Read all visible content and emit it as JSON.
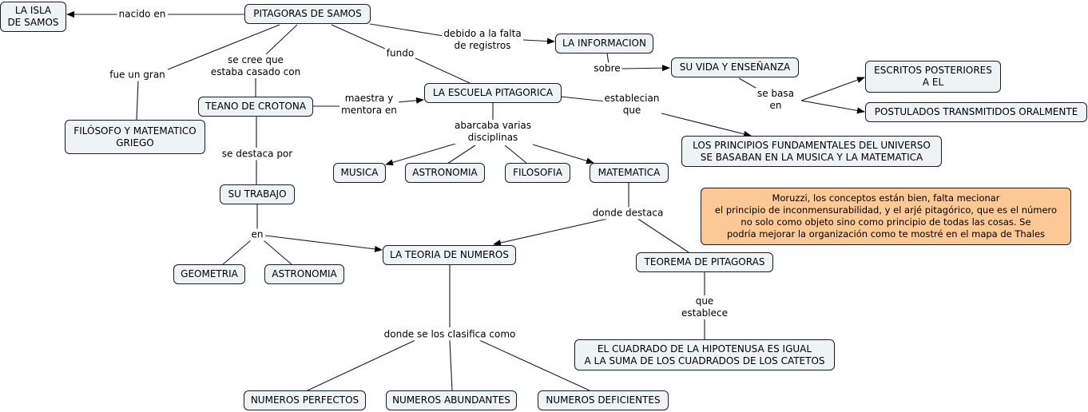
{
  "nodes": {
    "isla": "LA ISLA\nDE SAMOS",
    "pitagoras": "PITAGORAS DE SAMOS",
    "informacion": "LA INFORMACION",
    "vida": "SU VIDA Y ENSEÑANZA",
    "escritos": "ESCRITOS POSTERIORES\nA EL",
    "postulados": "POSTULADOS TRANSMITIDOS ORALMENTE",
    "teano": "TEANO DE CROTONA",
    "escuela": "LA ESCUELA PITAGORICA",
    "filosofo": "FILÓSOFO Y MATEMATICO\nGRIEGO",
    "principios": "LOS PRINCIPIOS FUNDAMENTALES DEL UNIVERSO\nSE BASABAN EN LA MUSICA Y LA MATEMATICA",
    "musica": "MUSICA",
    "astronomia1": "ASTRONOMIA",
    "filosofia": "FILOSOFIA",
    "matematica": "MATEMATICA",
    "trabajo": "SU TRABAJO",
    "teoria": "LA TEORIA DE NUMEROS",
    "teorema": "TEOREMA DE PITAGORAS",
    "geometria": "GEOMETRIA",
    "astronomia2": "ASTRONOMIA",
    "cuadrado": "EL CUADRADO DE LA HIPOTENUSA ES IGUAL\nA LA SUMA DE LOS CUADRADOS DE LOS CATETOS",
    "perfectos": "NUMEROS PERFECTOS",
    "abundantes": "NUMEROS ABUNDANTES",
    "deficientes": "NUMEROS DEFICIENTES"
  },
  "note": "Moruzzi, los conceptos están bien, falta mecionar\nel principio de inconmensurabilidad, y el arjé pitagórico, que es el número\nno solo como objeto sino como principio de todas las cosas.  Se\npodría mejorar la organización como te mostré en el mapa de Thales",
  "links": {
    "nacido": "nacido en",
    "debido": "debido a la falta\nde registros",
    "sobre": "sobre",
    "sebasa": "se basa\nen",
    "fundo": "fundo",
    "secree": "se cree que\nestaba casado con",
    "fuegran": "fue un gran",
    "maestra": "maestra y\nmentora en",
    "establecian": "establecian\nque",
    "abarcaba": "abarcaba varias\ndisciplinas",
    "destaca": "se destaca por",
    "dondedestaca": "donde destaca",
    "en": "en",
    "que": "que\nestablece",
    "clasifica": "donde se los clasifica como"
  },
  "colors": {
    "node": "#eef3f5",
    "note": "#fbc896",
    "line": "#1b1b1b"
  }
}
